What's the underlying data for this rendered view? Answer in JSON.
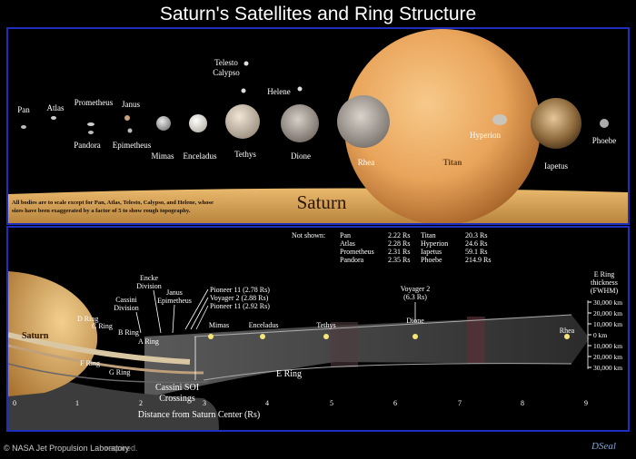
{
  "title": "Saturn's Satellites and Ring Structure",
  "top": {
    "bodies": [
      "Pan",
      "Atlas",
      "Prometheus",
      "Pandora",
      "Janus",
      "Epimetheus",
      "Mimas",
      "Enceladus",
      "Telesto",
      "Calypso",
      "Tethys",
      "Helene",
      "Dione",
      "Rhea",
      "Titan",
      "Hyperion",
      "Iapetus",
      "Phoebe"
    ],
    "saturn_label": "Saturn",
    "scale_note_1": "All bodies are to scale except for Pan, Atlas, Telesto, Calypso, and Helene, whose",
    "scale_note_2": "sizes have been exaggerated by a factor of 5 to show rough topography."
  },
  "not_shown": {
    "title": "Not shown:",
    "left": [
      {
        "name": "Pan",
        "value": "2.22 Rs"
      },
      {
        "name": "Atlas",
        "value": "2.28 Rs"
      },
      {
        "name": "Prometheus",
        "value": "2.31 Rs"
      },
      {
        "name": "Pandora",
        "value": "2.35 Rs"
      }
    ],
    "right": [
      {
        "name": "Titan",
        "value": "20.3 Rs"
      },
      {
        "name": "Hyperion",
        "value": "24.6 Rs"
      },
      {
        "name": "Iapetus",
        "value": "59.1 Rs"
      },
      {
        "name": "Phoebe",
        "value": "214.9 Rs"
      }
    ]
  },
  "rings": {
    "saturn": "Saturn",
    "d_ring": "D Ring",
    "c_ring": "C Ring",
    "b_ring": "B Ring",
    "a_ring": "A Ring",
    "f_ring": "F Ring",
    "g_ring": "G Ring",
    "e_ring": "E Ring",
    "cassini_division_1": "Cassini",
    "cassini_division_2": "Division",
    "encke_division_1": "Encke",
    "encke_division_2": "Division",
    "janus_epi_1": "Janus",
    "janus_epi_2": "Epimetheus",
    "pioneer_1": "Pioneer 11 (2.78 Rs)",
    "voyager_1": "Voyager 2 (2.88 Rs)",
    "pioneer_2": "Pioneer 11 (2.92 Rs)",
    "cassini_soi_1": "Cassini SOI",
    "cassini_soi_2": "Crossings",
    "voyager2_1": "Voyager 2",
    "voyager2_2": "(6.3 Rs)"
  },
  "orbit_moons": [
    "Mimas",
    "Enceladus",
    "Tethys",
    "Dione",
    "Rhea"
  ],
  "thickness_title": [
    "E Ring",
    "thickness",
    "(FWHM)"
  ],
  "thickness_ticks": [
    "30,000 km",
    "20,000 km",
    "10,000 km",
    "0 km",
    "10,000 km",
    "20,000 km",
    "30,000 km"
  ],
  "x_ticks": [
    "0",
    "1",
    "2",
    "3",
    "4",
    "5",
    "6",
    "7",
    "8",
    "9"
  ],
  "x_axis_label": "Distance from Saturn Center (Rs)",
  "credit": "© NASA Jet Propulsion Laboratory",
  "credit_tail": "required.",
  "signature": "DSeal"
}
